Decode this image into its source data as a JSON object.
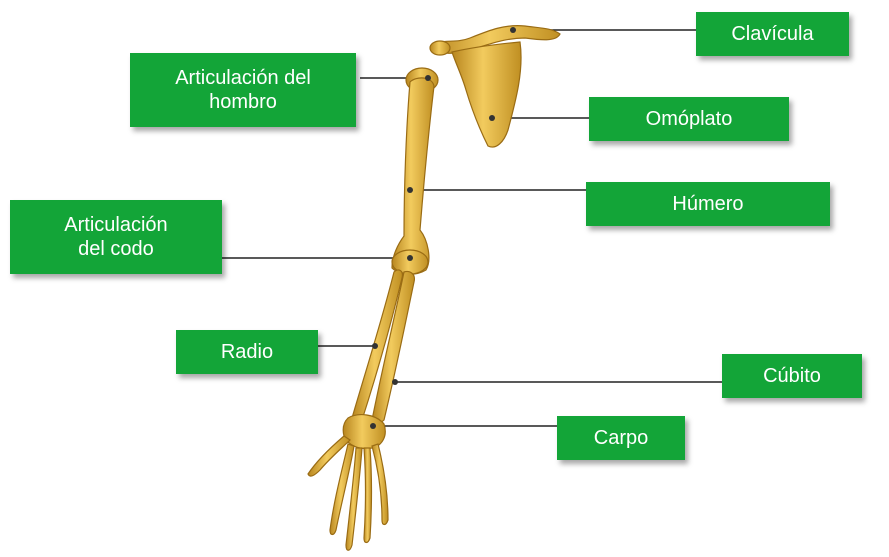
{
  "labels": {
    "clavicula": "Clavícula",
    "hombro": "Articulación del\nhombro",
    "omoplato": "Omóplato",
    "humero": "Húmero",
    "codo": "Articulación\ndel codo",
    "radio": "Radio",
    "cubito": "Cúbito",
    "carpo": "Carpo"
  },
  "colors": {
    "label_background": "#13a538",
    "label_text": "#ffffff",
    "bone": "#e2b440",
    "bone_shadow": "#b07f1e",
    "leader_line": "#222222"
  }
}
